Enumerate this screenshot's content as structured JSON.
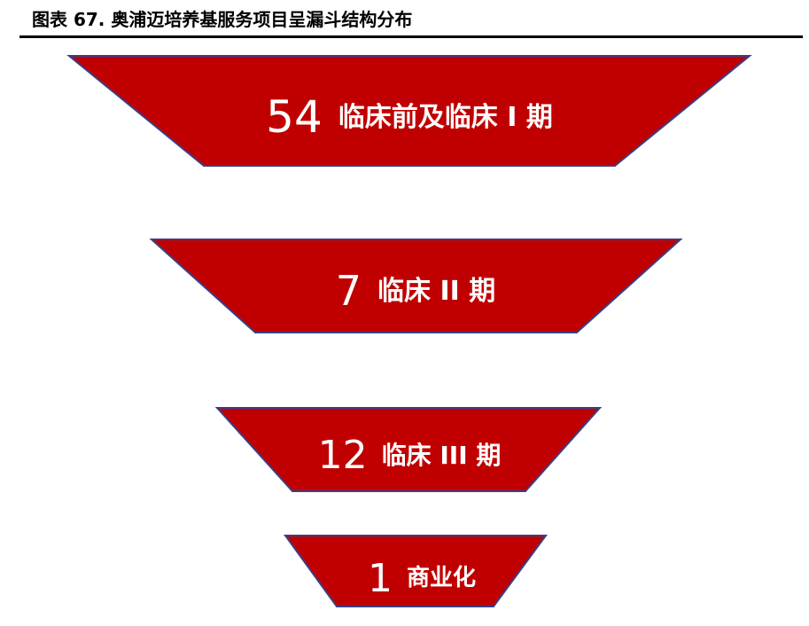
{
  "title": "图表 67. 奥浦迈培养基服务项目呈漏斗结构分布",
  "colors": {
    "fill": "#c00000",
    "stroke": "#3a3f86",
    "text": "#ffffff",
    "title": "#000000"
  },
  "chart_data": {
    "type": "funnel",
    "title": "图表 67. 奥浦迈培养基服务项目呈漏斗结构分布",
    "stages": [
      {
        "value": "54",
        "label": "临床前及临床 I 期"
      },
      {
        "value": "7",
        "label": "临床 II 期"
      },
      {
        "value": "12",
        "label": "临床 III 期"
      },
      {
        "value": "1",
        "label": "商业化"
      }
    ]
  }
}
